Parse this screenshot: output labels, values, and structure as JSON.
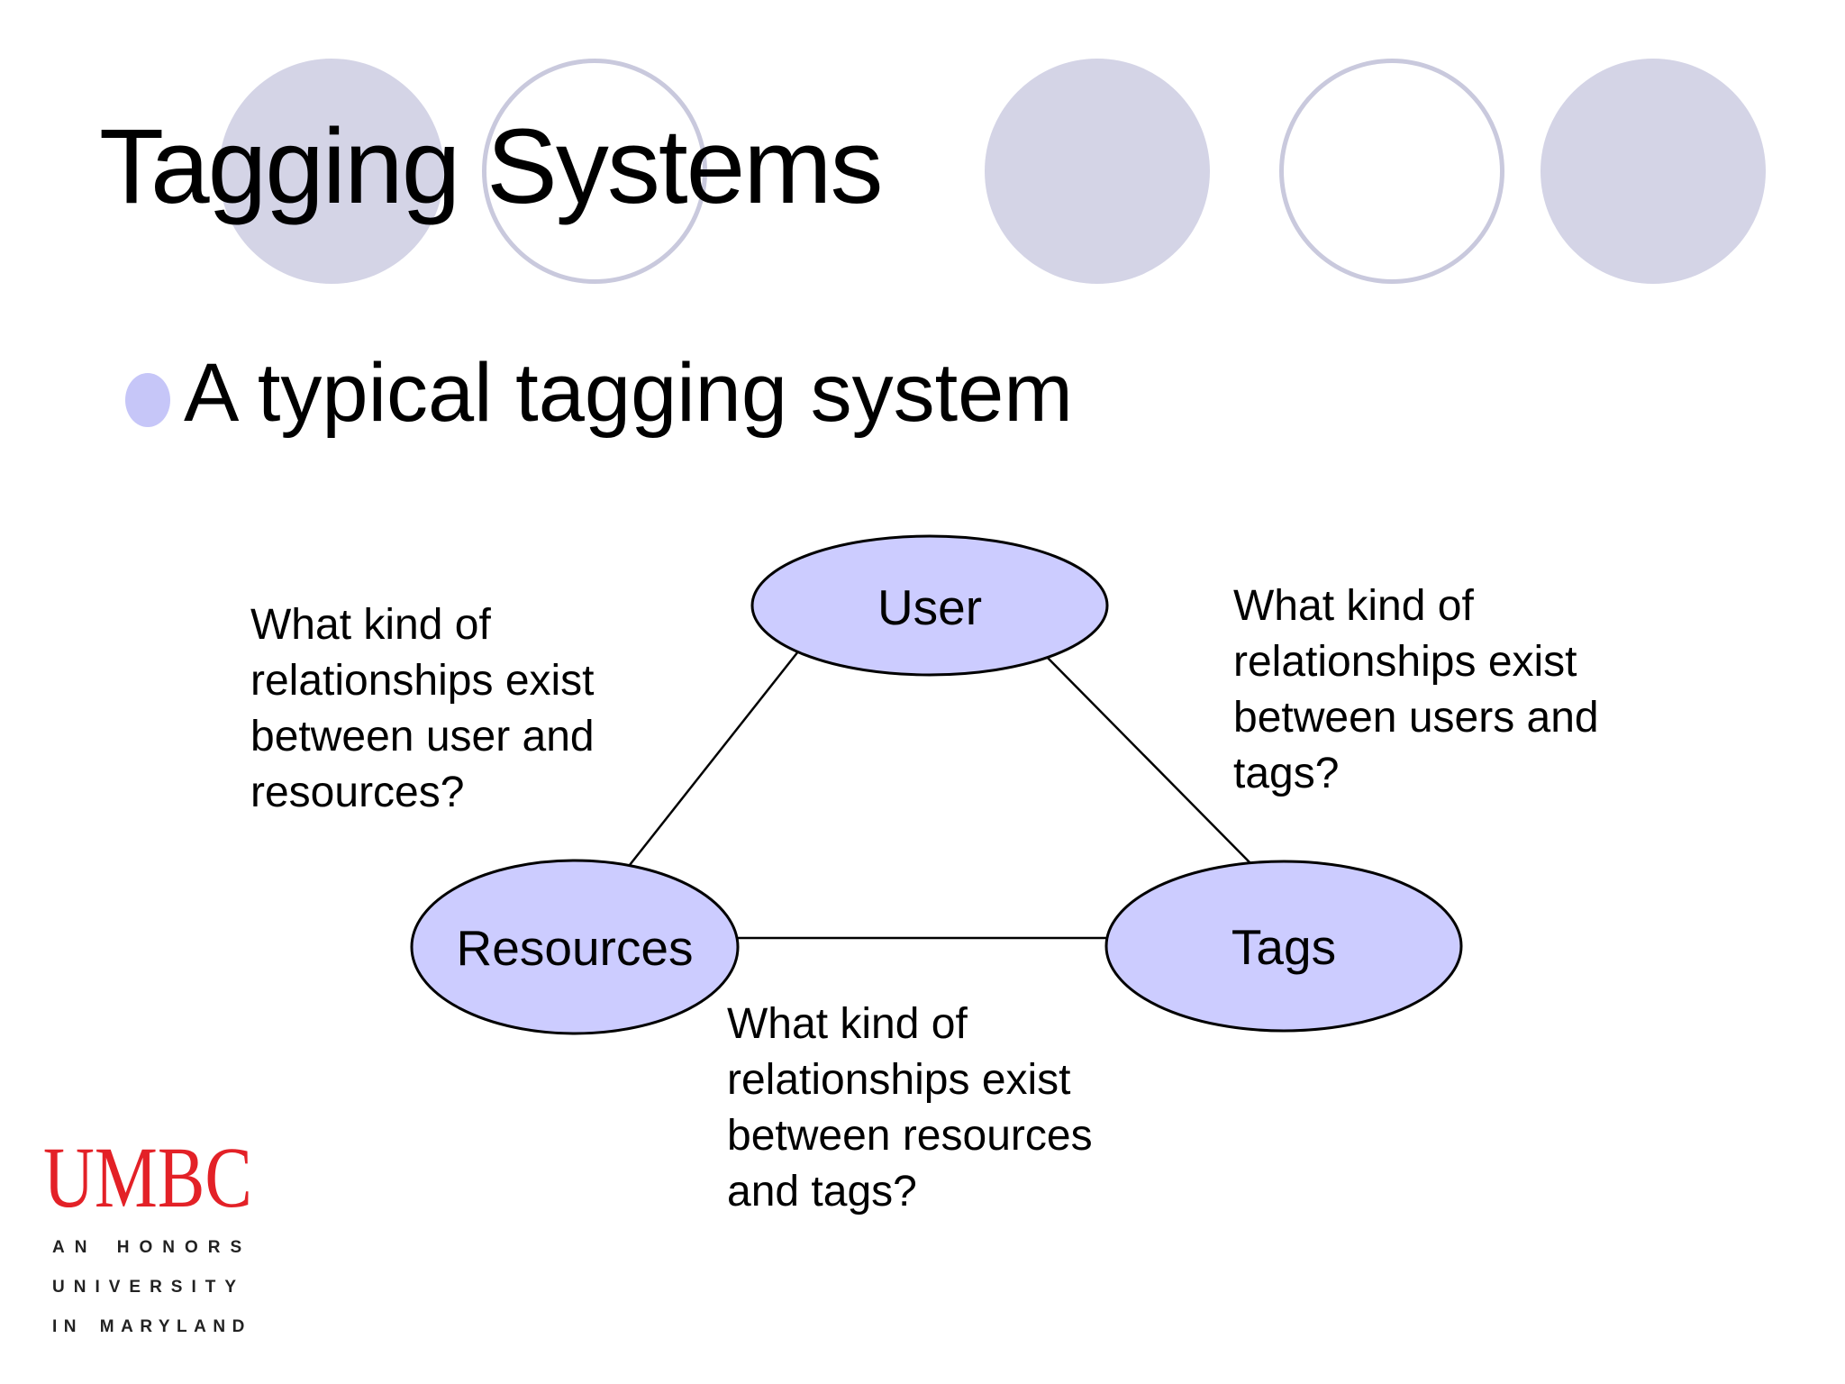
{
  "slide": {
    "title": "Tagging Systems",
    "bullet": {
      "text": "A typical tagging system"
    }
  },
  "diagram": {
    "node_fill": "#ccccff",
    "node_stroke": "#000000",
    "nodes": {
      "user": {
        "label": "User"
      },
      "resources": {
        "label": "Resources"
      },
      "tags": {
        "label": "Tags"
      }
    },
    "annotations": {
      "user_resources": "What kind of\nrelationships exist\nbetween user and\nresources?",
      "user_tags": "What kind of\nrelationships exist\nbetween users and\ntags?",
      "resources_tags": "What kind of\nrelationships exist\nbetween resources\nand tags?"
    }
  },
  "logo": {
    "wordmark": "UMBC",
    "wordmark_color": "#e32127",
    "tagline_line1": "AN HONORS",
    "tagline_line2": "UNIVERSITY",
    "tagline_line3": "IN MARYLAND"
  },
  "decor": {
    "filled_circle_color": "#d4d4e6",
    "outlined_circle_color": "#c9c9dd",
    "bullet_color": "#c6c6f8"
  }
}
